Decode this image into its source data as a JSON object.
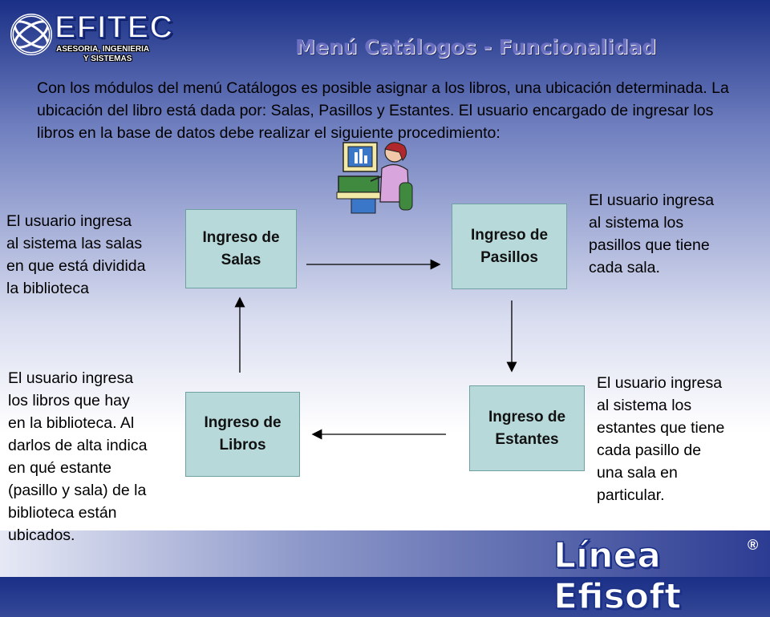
{
  "header": {
    "logo_main": "EFITEC",
    "logo_sub_line1": "ASESORIA, INGENIERIA",
    "logo_sub_line2": "Y SISTEMAS",
    "title": "Menú Catálogos - Funcionalidad"
  },
  "intro": "Con los módulos del menú Catálogos es posible asignar a los libros, una ubicación determinada. La ubicación del libro está dada por: Salas, Pasillos y Estantes. El usuario encargado de ingresar los libros en la base de datos debe realizar el siguiente procedimiento:",
  "boxes": {
    "salas": [
      "Ingreso de",
      "Salas"
    ],
    "pasillos": [
      "Ingreso de",
      "Pasillos"
    ],
    "estantes": [
      "Ingreso de",
      "Estantes"
    ],
    "libros": [
      "Ingreso de",
      "Libros"
    ]
  },
  "notes": {
    "salas": [
      "El usuario ingresa",
      "al sistema las salas",
      "en que está dividida",
      "la biblioteca"
    ],
    "pasillos": [
      "El usuario ingresa",
      "al sistema los",
      "pasillos que tiene",
      "cada sala."
    ],
    "estantes": [
      "El usuario ingresa",
      "al sistema los",
      "estantes que tiene",
      "cada pasillo de",
      "una sala en",
      "particular."
    ],
    "libros": [
      "El usuario ingresa",
      "los libros que hay",
      "en la biblioteca. Al",
      "darlos de alta indica",
      "en qué estante",
      "(pasillo y sala) de la",
      "biblioteca están",
      "ubicados."
    ]
  },
  "footer": {
    "brand": "Línea Efisoft",
    "registered": "®"
  },
  "colors": {
    "box_fill": "#b7d9da",
    "title": "#6a6fc0",
    "header_blue": "#1a2f86"
  }
}
